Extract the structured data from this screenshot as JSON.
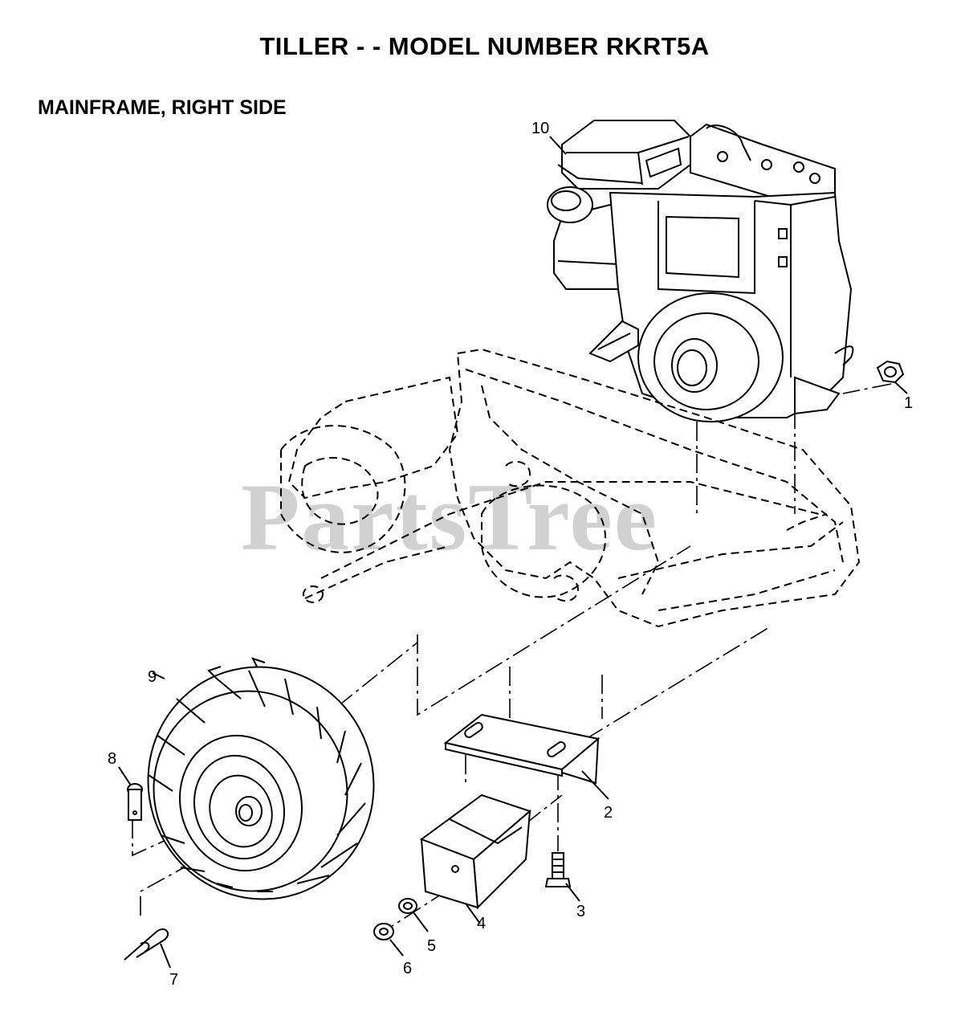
{
  "title": "TILLER - - MODEL NUMBER RKRT5A",
  "subtitle": "MAINFRAME, RIGHT SIDE",
  "watermark": "PartsTree",
  "callouts": {
    "c1": "1",
    "c2": "2",
    "c3": "3",
    "c4": "4",
    "c5": "5",
    "c6": "6",
    "c7": "7",
    "c8": "8",
    "c9": "9",
    "c10": "10"
  }
}
